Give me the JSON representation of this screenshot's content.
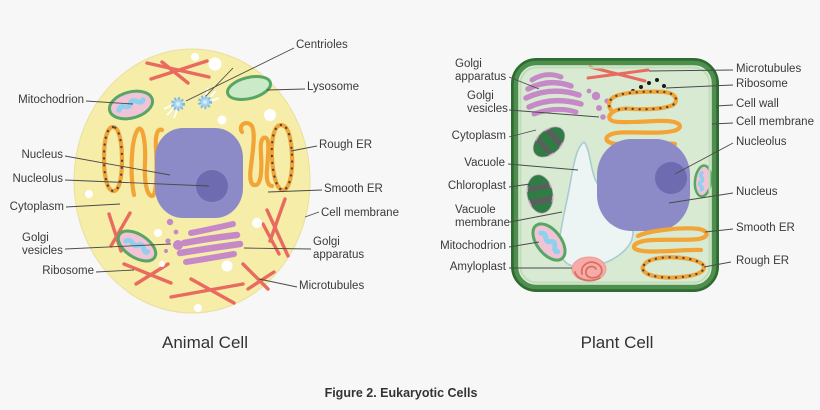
{
  "figure_caption": "Figure 2. Eukaryotic Cells",
  "animal": {
    "title": "Animal Cell",
    "labels": {
      "mitochondrion": "Mitochodrion",
      "nucleus": "Nucleus",
      "nucleolus": "Nucleolus",
      "cytoplasm": "Cytoplasm",
      "golgi_vesicles": [
        "Golgi",
        "vesicles"
      ],
      "ribosome": "Ribosome",
      "centrioles": "Centrioles",
      "lysosome": "Lysosome",
      "rough_er": "Rough ER",
      "smooth_er": "Smooth ER",
      "cell_membrane": "Cell membrane",
      "golgi_apparatus": [
        "Golgi",
        "apparatus"
      ],
      "microtubules": "Microtubules"
    }
  },
  "plant": {
    "title": "Plant Cell",
    "labels": {
      "golgi_apparatus": [
        "Golgi",
        "apparatus"
      ],
      "golgi_vesicles": [
        "Golgi",
        "vesicles"
      ],
      "cytoplasm": "Cytoplasm",
      "vacuole": "Vacuole",
      "chloroplast": "Chloroplast",
      "vacuole_membrane": [
        "Vacuole",
        "membrane"
      ],
      "mitochondrion": "Mitochodrion",
      "amyloplast": "Amyloplast",
      "microtubules": "Microtubules",
      "ribosome": "Ribosome",
      "cell_wall": "Cell wall",
      "cell_membrane": "Cell membrane",
      "nucleolus": "Nucleolus",
      "nucleus": "Nucleus",
      "smooth_er": "Smooth ER",
      "rough_er": "Rough ER"
    }
  },
  "colors": {
    "background": "#f7f7f7",
    "label_text": "#3a3a3a",
    "leader_line": "#4a4a4a",
    "animal_cytoplasm": "#F5EDA8",
    "nucleus_purple": "#8C8BC7",
    "nucleolus_purple": "#6F6BB1",
    "er_orange": "#F2A437",
    "microtubule_red": "#E96A5F",
    "membrane_green": "#57A664",
    "lysosome_fill": "#CBEAC8",
    "mitochondrion_fill": "#F0C3D7",
    "mitochondrion_inner": "#8FD0EE",
    "golgi_purple": "#C689C8",
    "centriole_blue": "#A9D6EE",
    "plant_cytoplasm": "#D8EBD2",
    "cell_wall_dark": "#2E6B31",
    "cell_wall_mid": "#4E8F4F",
    "cell_wall_inner": "#BFDDB8",
    "vacuole_fill": "#ECF5F4",
    "vacuole_stroke": "#A9CCD0",
    "chloroplast_green": "#2F7D44",
    "chloroplast_gray": "#5A5F5C",
    "amyloplast_fill": "#F6ACA6",
    "amyloplast_swirl": "#D96C63",
    "ribosome_dot": "#1a1a1a",
    "vesicle_white": "#ffffff"
  }
}
